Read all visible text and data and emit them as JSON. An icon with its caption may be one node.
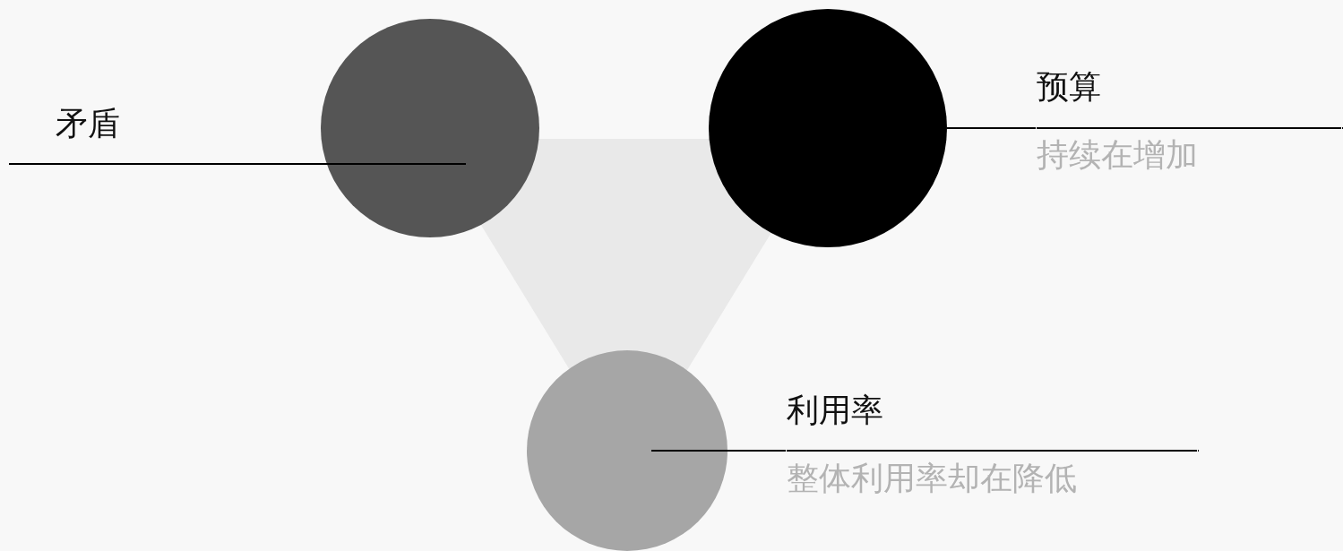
{
  "diagram": {
    "nodes": [
      {
        "text": [],
        "shape": "circle"
      },
      {
        "text": [],
        "shape": "circle"
      },
      {
        "text": [],
        "shape": "circle"
      },
      {
        "text": [
          "矛盾"
        ]
      },
      {
        "text": [
          "预算",
          "持续在增加"
        ]
      },
      {
        "text": [
          "利用率",
          "整体利用率却在降低"
        ]
      },
      {
        "text": [],
        "shape": "triangle"
      }
    ],
    "edges": [
      {
        "from": 3,
        "to": 0,
        "arrow": "none"
      },
      {
        "from": 4,
        "to": 1,
        "arrow": "none"
      },
      {
        "from": 5,
        "to": 2,
        "arrow": "none"
      }
    ]
  }
}
